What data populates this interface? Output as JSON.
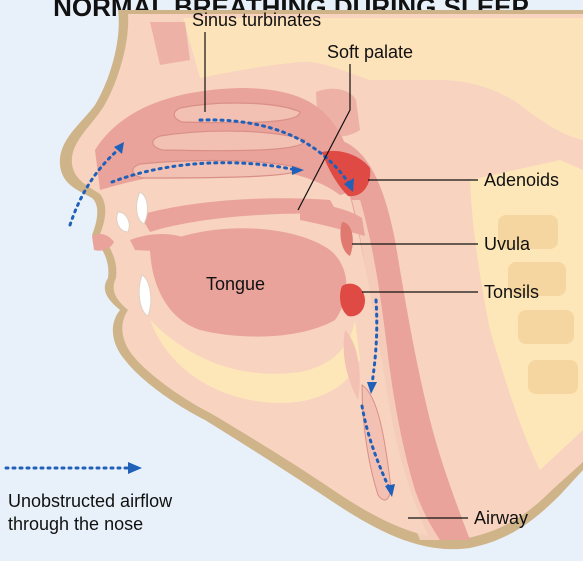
{
  "title": "NORMAL BREATHING DURING SLEEP",
  "labels": {
    "sinus_turbinates": "Sinus turbinates",
    "soft_palate": "Soft palate",
    "adenoids": "Adenoids",
    "uvula": "Uvula",
    "tongue": "Tongue",
    "tonsils": "Tonsils",
    "airway": "Airway"
  },
  "legend": {
    "line1": "Unobstructed airflow",
    "line2": "through the nose"
  },
  "colors": {
    "background": "#e8f1fa",
    "skin": "#f7d3c0",
    "tissue": "#e9a39b",
    "bone": "#fde7b8",
    "highlight": "#e04a44",
    "airflow": "#2060b8"
  }
}
